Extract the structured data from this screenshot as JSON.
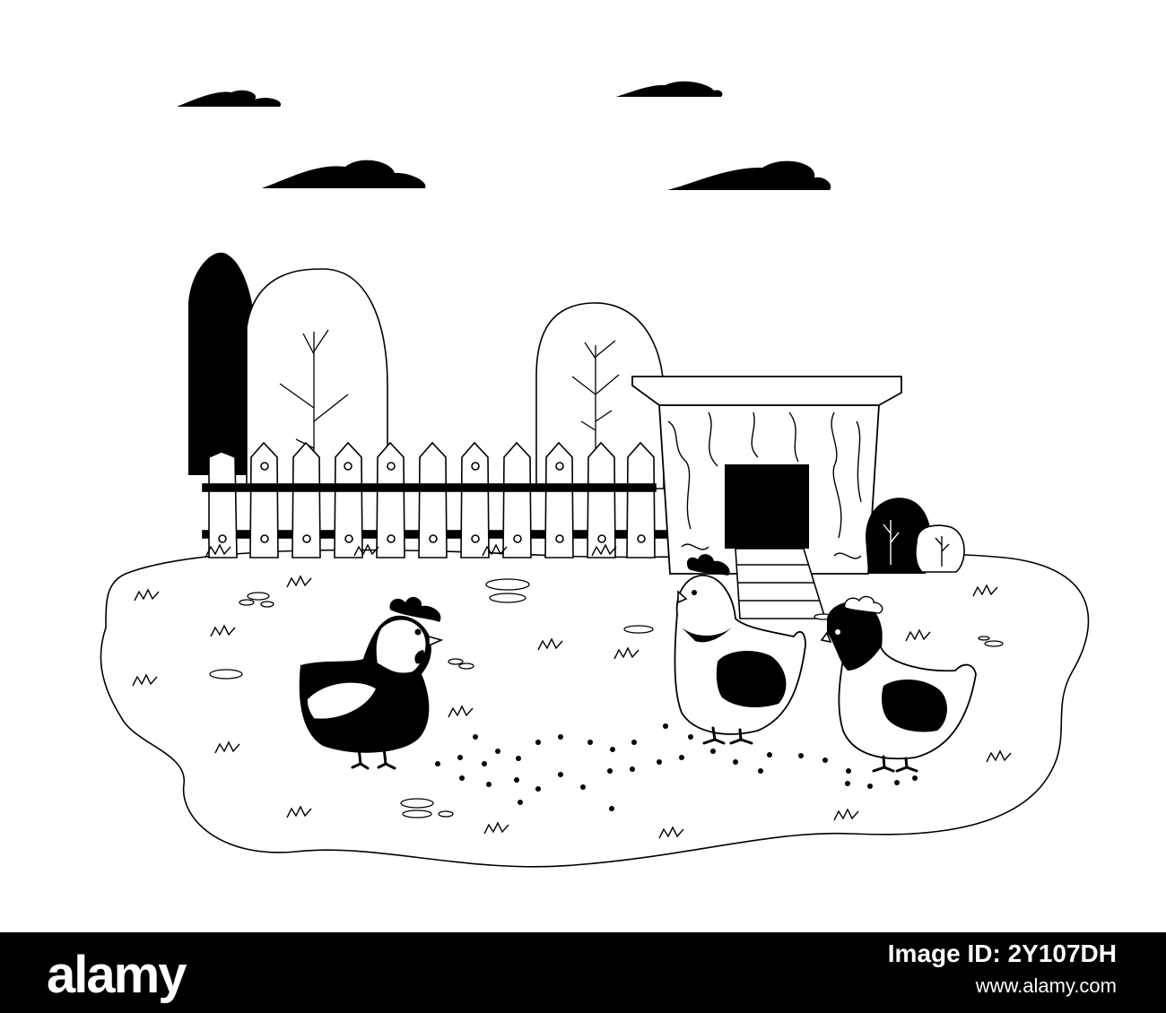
{
  "colors": {
    "ink": "#000000",
    "paper": "#ffffff"
  },
  "footer": {
    "brand": "alamy",
    "image_id": "Image ID: 2Y107DH",
    "url": "www.alamy.com"
  }
}
